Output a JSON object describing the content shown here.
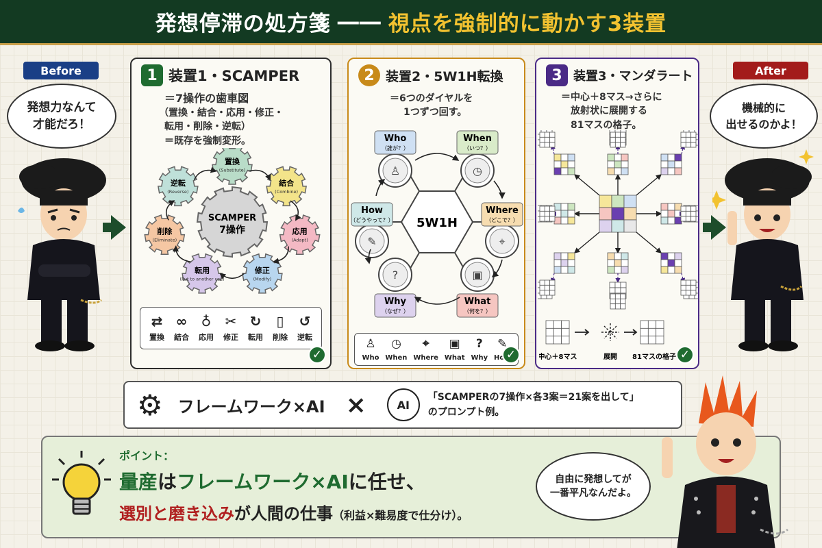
{
  "header": {
    "title_main": "発想停滞の処方箋",
    "dash": "――",
    "title_sub": "視点を強制的に動かす3装置"
  },
  "before": {
    "badge": "Before",
    "bubble_line1": "発想力なんて",
    "bubble_line2": "才能だろ！"
  },
  "after": {
    "badge": "After",
    "bubble_line1": "機械的に",
    "bubble_line2": "出せるのかよ！"
  },
  "colors": {
    "header_bg": "#133a22",
    "gold": "#f2c230",
    "before_badge": "#1a3f86",
    "after_badge": "#a31b1b",
    "panel1": "#1f6b30",
    "panel2": "#c88a1a",
    "panel3": "#4a2a86"
  },
  "panel1": {
    "num": "1",
    "title": "装置1・SCAMPER",
    "desc": [
      "＝7操作の歯車図",
      "（置換・結合・応用・修正・",
      "転用・削除・逆転）",
      "＝既存を強制変形。"
    ],
    "center_line1": "SCAMPER",
    "center_line2": "7操作",
    "gears": [
      {
        "jp": "置換",
        "en": "(Substitute)",
        "color": "#b9dcc8"
      },
      {
        "jp": "結合",
        "en": "(Combine)",
        "color": "#f3e48a"
      },
      {
        "jp": "応用",
        "en": "(Adapt)",
        "color": "#f4b9c4"
      },
      {
        "jp": "修正",
        "en": "(Modify)",
        "color": "#b8d6ef"
      },
      {
        "jp": "転用",
        "en": "(Put to another use)",
        "color": "#d6c7ea"
      },
      {
        "jp": "削除",
        "en": "(Eliminate)",
        "color": "#f5c7a3"
      },
      {
        "jp": "逆転",
        "en": "(Reverse)",
        "color": "#bfe0d9"
      }
    ],
    "icons": [
      {
        "glyph": "⇄",
        "label": "置換"
      },
      {
        "glyph": "∞",
        "label": "結合"
      },
      {
        "glyph": "♁",
        "label": "応用"
      },
      {
        "glyph": "✂",
        "label": "修正"
      },
      {
        "glyph": "↻",
        "label": "転用"
      },
      {
        "glyph": "▯",
        "label": "削除"
      },
      {
        "glyph": "↺",
        "label": "逆転"
      }
    ]
  },
  "panel2": {
    "num": "2",
    "title": "装置2・5W1H転換",
    "desc": [
      "＝6つのダイヤルを",
      "1つずつ回す。"
    ],
    "center": "5W1H",
    "dials": [
      {
        "en": "Who",
        "jp": "（誰が？）",
        "color": "#cfe0f3"
      },
      {
        "en": "When",
        "jp": "（いつ？）",
        "color": "#d9ebc9"
      },
      {
        "en": "Where",
        "jp": "（どこで？）",
        "color": "#f7ddb0"
      },
      {
        "en": "What",
        "jp": "（何を？）",
        "color": "#f6c6c1"
      },
      {
        "en": "Why",
        "jp": "（なぜ？）",
        "color": "#ddd2ee"
      },
      {
        "en": "How",
        "jp": "（どうやって？）",
        "color": "#cfe8e8"
      }
    ],
    "icons": [
      {
        "glyph": "♙",
        "label": "Who"
      },
      {
        "glyph": "◷",
        "label": "When"
      },
      {
        "glyph": "⌖",
        "label": "Where"
      },
      {
        "glyph": "▣",
        "label": "What"
      },
      {
        "glyph": "?",
        "label": "Why"
      },
      {
        "glyph": "✎",
        "label": "How"
      }
    ]
  },
  "panel3": {
    "num": "3",
    "title": "装置3・マンダラート",
    "desc": [
      "＝中心＋8マス→さらに",
      "放射状に展開する",
      "81マスの格子。"
    ],
    "bottom": [
      "中心＋8マス",
      "展開",
      "81マスの格子"
    ]
  },
  "framework": {
    "label": "フレームワーク×AI",
    "times": "×",
    "ai": "AI",
    "prompt_line1": "「SCAMPERの7操作×各3案＝21案を出して」",
    "prompt_line2": "のプロンプト例。"
  },
  "point": {
    "heading": "ポイント：",
    "l1_a": "量産",
    "l1_b": "は",
    "l1_c": "フレームワーク×AI",
    "l1_d": "に任せ、",
    "l2_a": "選別と磨き込み",
    "l2_b": "が人間の仕事",
    "l2_c": "（利益×難易度で仕分け）。",
    "bubble_line1": "自由に発想してが",
    "bubble_line2": "一番平凡なんだよ。"
  }
}
